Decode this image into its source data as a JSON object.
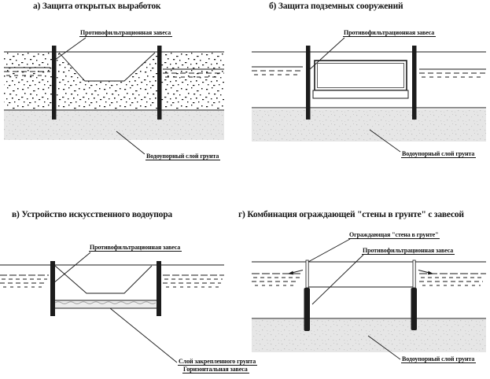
{
  "figure": {
    "background": "#ffffff",
    "line_color": "#1a1a1a",
    "pile_color": "#1c1c1c",
    "aquiclude_gray": "#e6e6e6"
  },
  "panels": {
    "a": {
      "title": "а) Защита открытых выработок",
      "labels": {
        "curtain": "Противофильтрационная завеса",
        "aquiclude": "Водоупорный слой грунта"
      }
    },
    "b": {
      "title": "б) Защита подземных сооружений",
      "labels": {
        "curtain": "Противофильтрационная завеса",
        "aquiclude": "Водоупорный слой грунта"
      }
    },
    "v": {
      "title": "в) Устройство искусственного водоупора",
      "labels": {
        "curtain": "Противофильтрационная завеса",
        "fixed_soil_line1": "Слой закрепленного грунта",
        "fixed_soil_line2": "Горизонтальная завеса"
      }
    },
    "g": {
      "title": "г) Комбинация ограждающей \"стены в грунте\" с завесой",
      "labels": {
        "wall": "Ограждающая \"стена в грунте\"",
        "curtain": "Противофильтрационная завеса",
        "aquiclude": "Водоупорный слой грунта"
      }
    }
  }
}
